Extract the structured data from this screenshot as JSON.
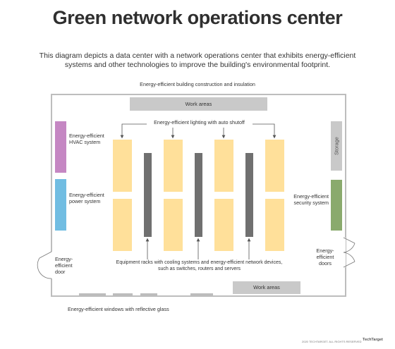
{
  "title": "Green network operations center",
  "subtitle": "This diagram depicts a data center with a network operations center that exhibits energy-efficient systems and other technologies to improve the building's environmental footprint.",
  "labels": {
    "building": "Energy-efficient building construction and insulation",
    "work_top": "Work areas",
    "work_bottom": "Work areas",
    "lighting": "Energy-efficient lighting with auto shutoff",
    "hvac": "Energy-efficient HVAC system",
    "power": "Energy-efficient power system",
    "storage": "Storage",
    "security": "Energy-efficient security system",
    "door_left": "Energy-efficient door",
    "doors_right": "Energy-efficient doors",
    "equipment": "Equipment racks with cooling systems and energy-efficient network devices, such as switches, routers and servers",
    "windows": "Energy-efficient windows with reflective glass"
  },
  "footer": {
    "copyright": "2020 TECHTARGET. ALL RIGHTS RESERVED",
    "brand": "TechTarget"
  },
  "colors": {
    "hvac": "#c587c3",
    "power": "#71bde2",
    "security": "#8aaa6d",
    "racks": "#ffe09a",
    "devices": "#707070",
    "walls": "#bdbdbd"
  }
}
